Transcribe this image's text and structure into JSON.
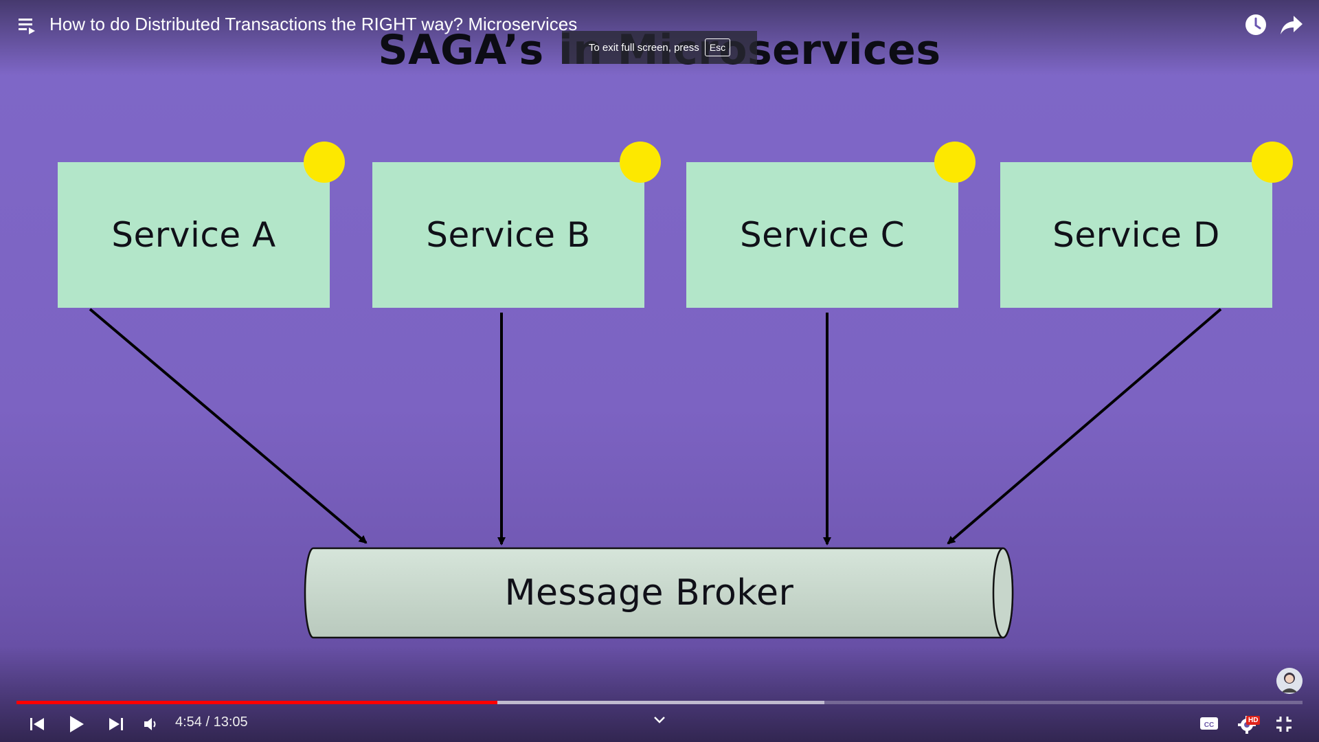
{
  "player": {
    "title": "How to do Distributed Transactions the RIGHT way? Microservices",
    "fullscreen_toast": "To exit full screen, press",
    "fullscreen_key": "Esc",
    "time": "4:54 / 13:05",
    "progress": {
      "played": 0.374,
      "buffered": 0.628
    },
    "hd_badge": "HD",
    "accent_color": "#ff0000"
  },
  "slide": {
    "title": "SAGA’s in Microservices",
    "services": [
      "Service A",
      "Service B",
      "Service C",
      "Service D"
    ],
    "broker": "Message Broker",
    "colors": {
      "service_box": "#b3e6c9",
      "dot": "#fde800",
      "background": "#7f68c8"
    }
  },
  "icons": {
    "playlist": "playlist-icon",
    "watch_later": "clock-icon",
    "share": "share-icon",
    "previous": "skip-previous-icon",
    "play": "play-icon",
    "next": "skip-next-icon",
    "volume": "volume-icon",
    "chapters": "chevron-down-icon",
    "captions": "cc-icon",
    "settings": "gear-icon",
    "exit_fullscreen": "exit-fullscreen-icon"
  }
}
